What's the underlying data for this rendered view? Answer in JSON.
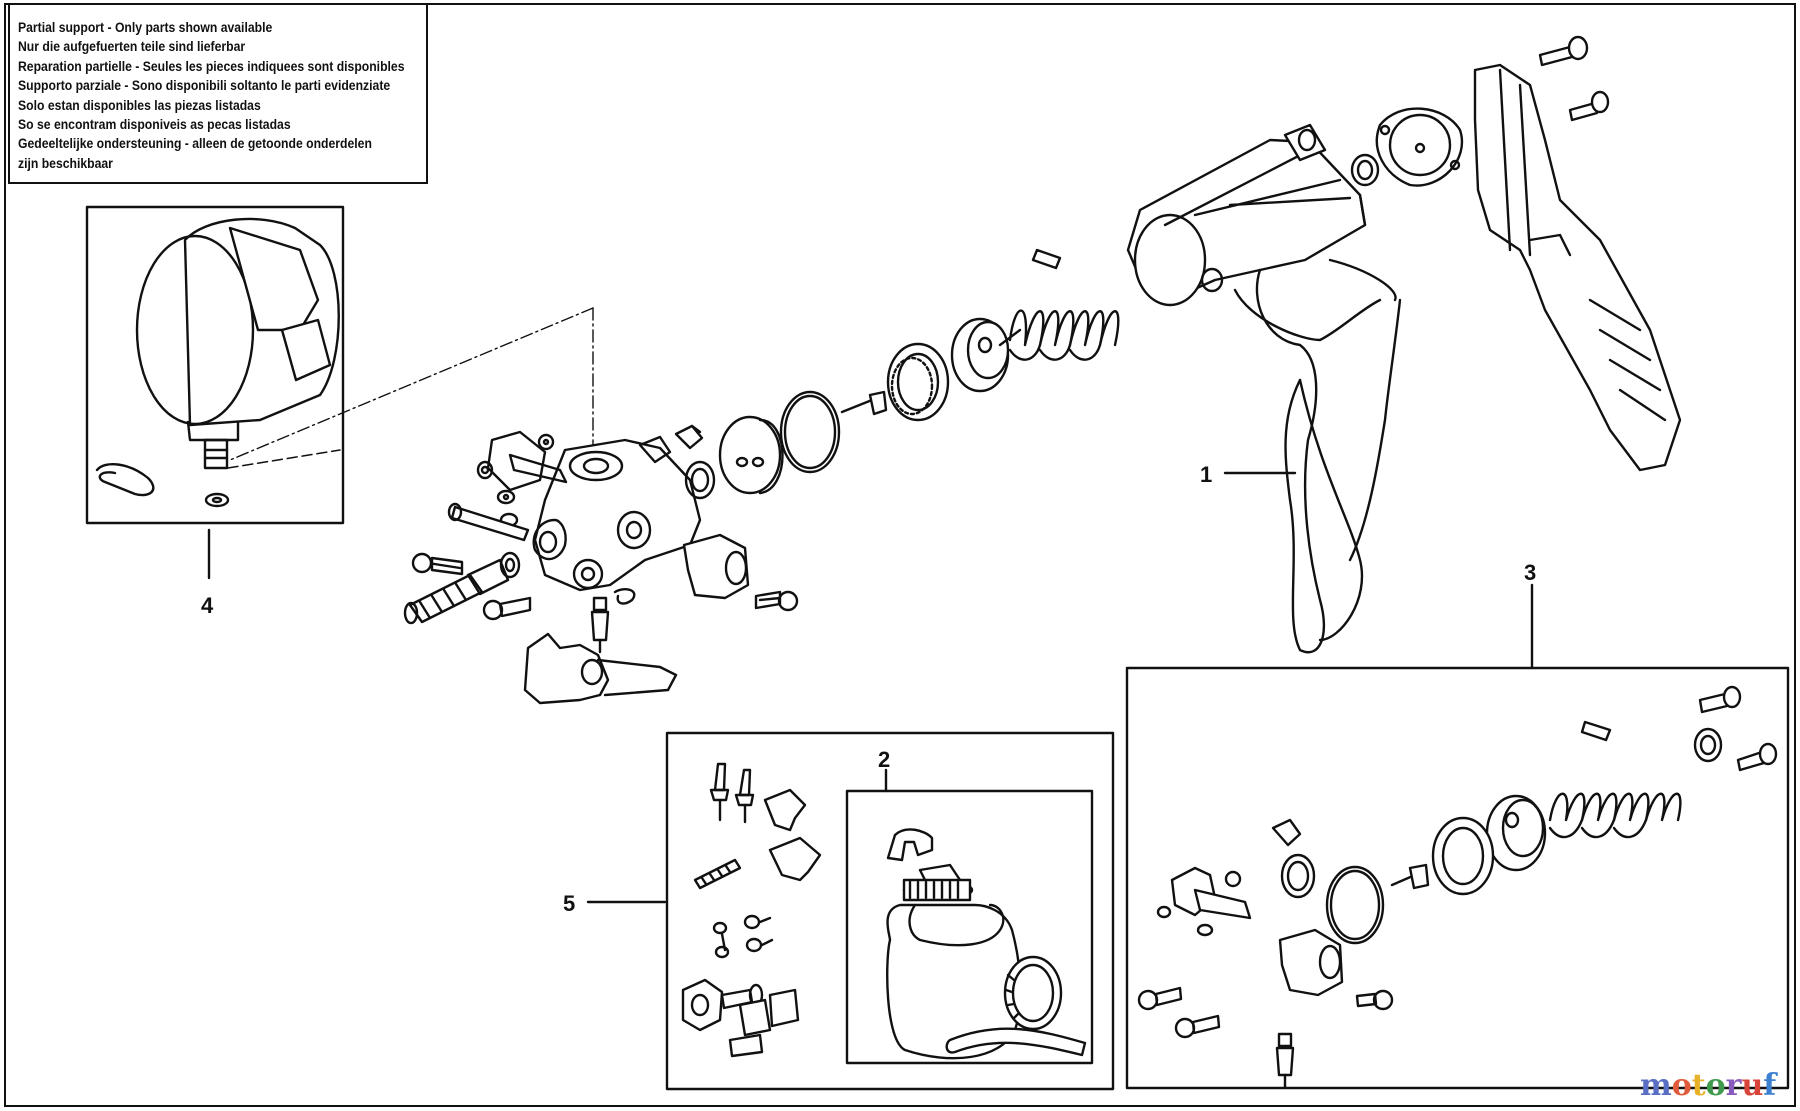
{
  "notice_lines": [
    "Partial support - Only parts shown available",
    "Nur die aufgefuerten teile sind lieferbar",
    "Reparation partielle - Seules les pieces indiquees sont disponibles",
    "Supporto parziale - Sono disponibili soltanto le parti evidenziate",
    "Solo estan disponibles las piezas listadas",
    "So se encontram disponiveis as pecas listadas",
    "Gedeeltelijke ondersteuning - alleen de getoonde onderdelen",
    "zijn beschikbaar"
  ],
  "callouts": {
    "c1": "1",
    "c2": "2",
    "c3": "3",
    "c4": "4",
    "c5": "5"
  },
  "watermark": {
    "text": "motoruf",
    "letter_colors": [
      "#5a6fc4",
      "#e05b3c",
      "#e8b12a",
      "#3f9a4e",
      "#8a5bbf",
      "#d8443a",
      "#3d7fd0"
    ]
  }
}
